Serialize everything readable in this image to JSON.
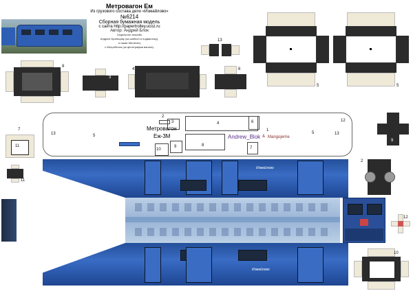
{
  "header": {
    "title": "Метровагон Ем",
    "line1": "Из грузового состава депо «Измайлово»",
    "number": "№6214",
    "subtitle": "Сборная бумажная модель",
    "site": "с сайта  http://papertrolley.ucoz.ru",
    "author": "Автор: Андрей Блок",
    "thanks_title": "Отдельное спасибо",
    "thanks_1": "Андрею Кузнецову (за шаблон и подвагонку),",
    "thanks_2": "а также Meuzbery",
    "thanks_3": "с Метроблога (за фотографии вагона)."
  },
  "body_panel": {
    "name": "Метровагон",
    "model": "Еж-3М",
    "credit_name": "Andrew_Blok",
    "credit_and": "&",
    "credit_other": "Mangojerrie"
  },
  "part_numbers": {
    "n1": "1",
    "n2": "2",
    "n3": "3",
    "n4": "4",
    "n5": "5",
    "n6": "6",
    "n7": "7",
    "n8": "8",
    "n9": "9",
    "n10": "10",
    "n11": "11",
    "n12": "12",
    "n13": "13"
  },
  "car_markings": {
    "side_text_top": "Измайлово",
    "side_text_bottom": "Измайлово"
  },
  "colors": {
    "car_blue": "#2f5fb5",
    "roof": "#a9c1de",
    "bogie": "#2b2b2b",
    "tab": "#efe9d8"
  },
  "photo": {
    "description_icon": "metro-car-photo-icon"
  }
}
